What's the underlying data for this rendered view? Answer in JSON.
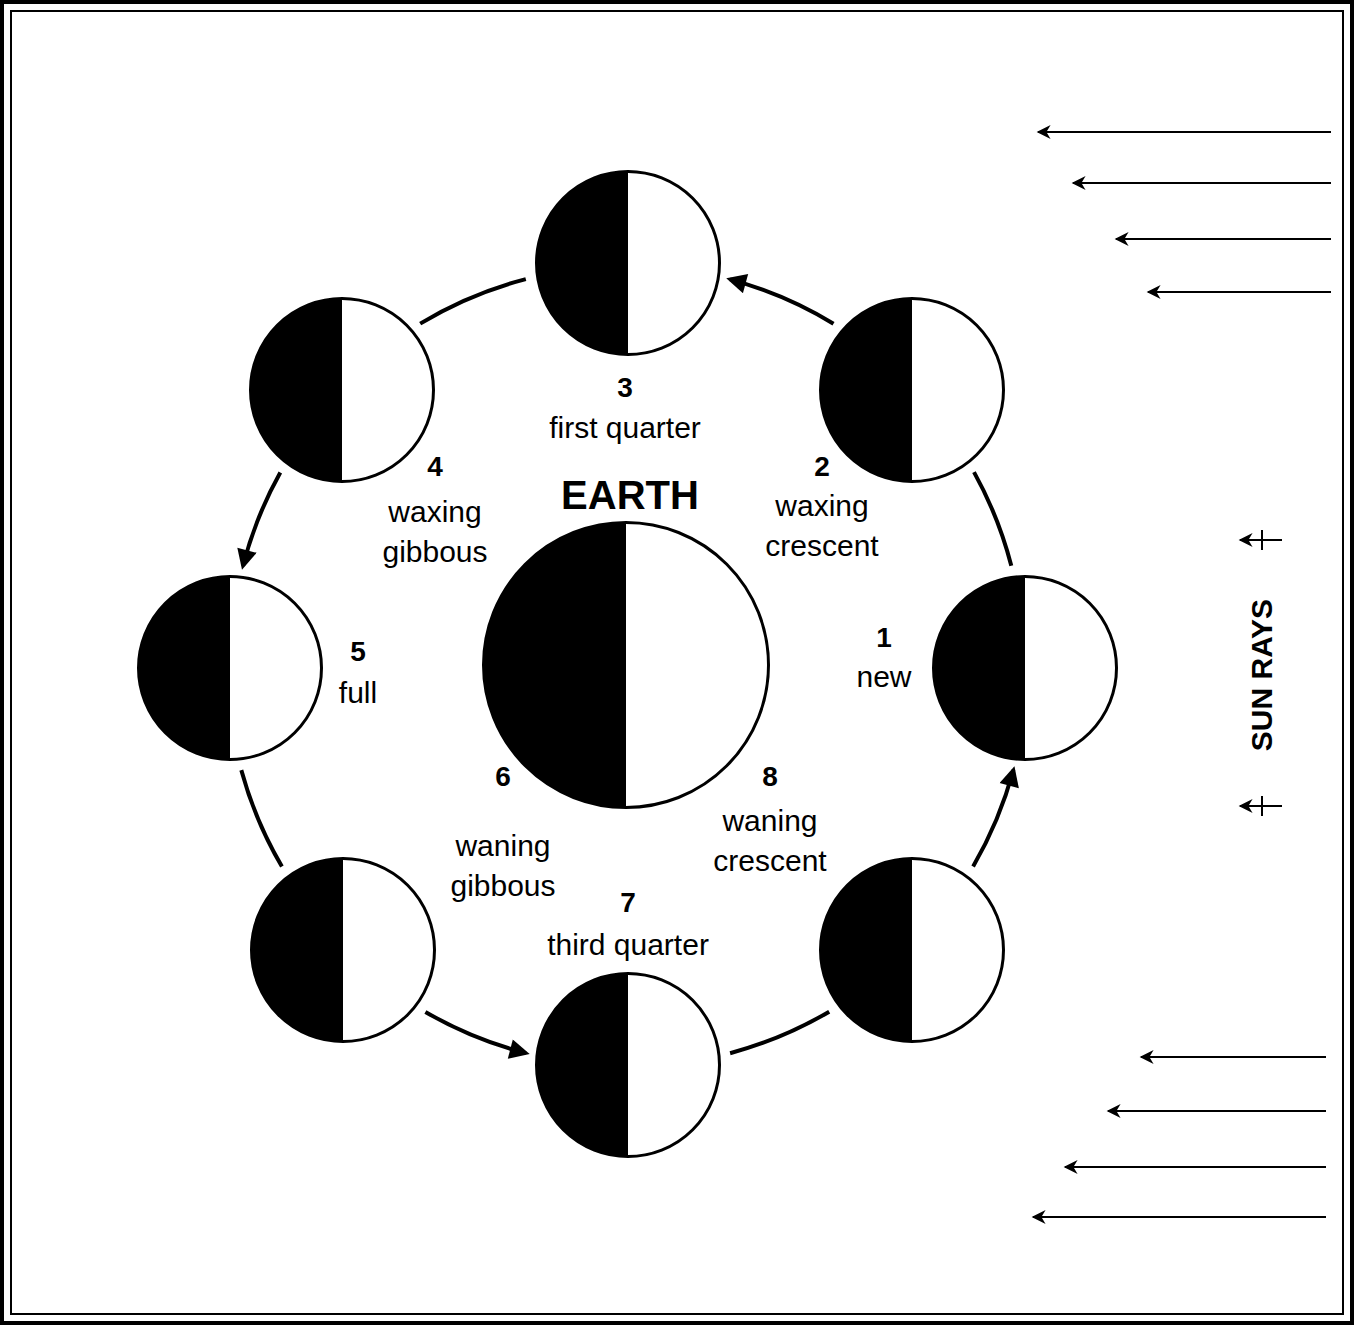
{
  "diagram": {
    "nodes": [
      {
        "text": [
          "1",
          "new"
        ]
      },
      {
        "text": [
          "2",
          "waxing crescent"
        ]
      },
      {
        "text": [
          "3",
          "first quarter"
        ]
      },
      {
        "text": [
          "4",
          "waxing gibbous"
        ]
      },
      {
        "text": [
          "5",
          "full"
        ]
      },
      {
        "text": [
          "6",
          "waning gibbous"
        ]
      },
      {
        "text": [
          "7",
          "third quarter"
        ]
      },
      {
        "text": [
          "8",
          "waning crescent"
        ]
      },
      {
        "text": [
          "EARTH"
        ]
      }
    ],
    "edges": [
      {
        "from": 0,
        "to": 1,
        "arrow": "none"
      },
      {
        "from": 1,
        "to": 2,
        "arrow": "to"
      },
      {
        "from": 2,
        "to": 3,
        "arrow": "none"
      },
      {
        "from": 3,
        "to": 4,
        "arrow": "to"
      },
      {
        "from": 4,
        "to": 5,
        "arrow": "none"
      },
      {
        "from": 5,
        "to": 6,
        "arrow": "to"
      },
      {
        "from": 6,
        "to": 7,
        "arrow": "none"
      },
      {
        "from": 7,
        "to": 0,
        "arrow": "to"
      }
    ],
    "labels": [
      "SUN RAYS"
    ]
  }
}
